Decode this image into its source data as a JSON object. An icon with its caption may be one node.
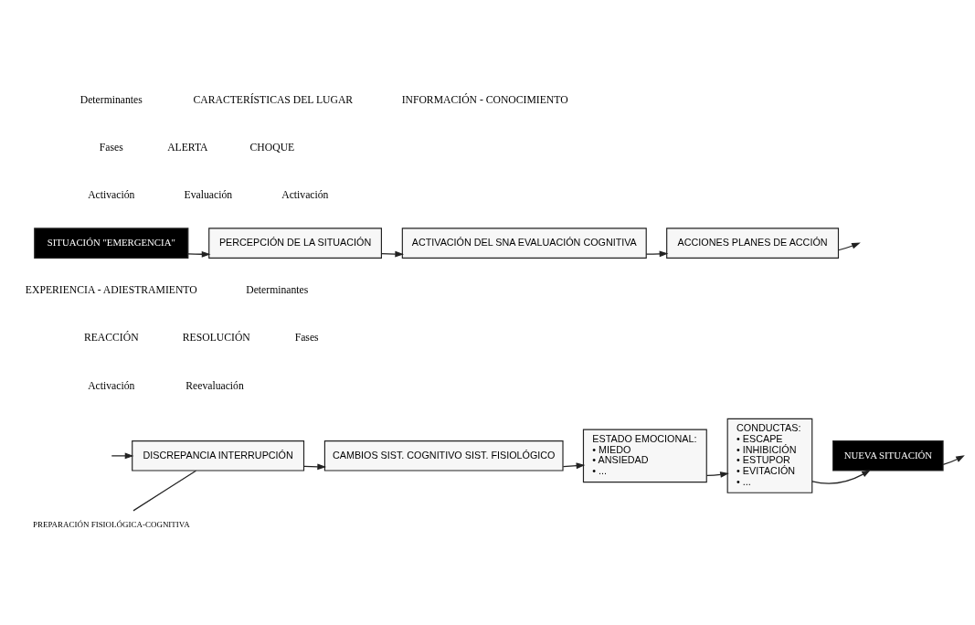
{
  "diagram": {
    "nodes": [
      {
        "text": [
          "SITUACIÓN \"EMERGENCIA\""
        ]
      },
      {
        "text": [
          "PERCEPCIÓN DE LA SITUACIÓN"
        ]
      },
      {
        "text": [
          "ACTIVACIÓN DEL SNA EVALUACIÓN COGNITIVA"
        ]
      },
      {
        "text": [
          "ACCIONES PLANES DE ACCIÓN"
        ]
      },
      {
        "text": [
          "DISCREPANCIA INTERRUPCIÓN"
        ]
      },
      {
        "text": [
          "PREPARACIÓN FISIOLÓGICA-COGNITIVA"
        ]
      },
      {
        "text": [
          "CAMBIOS SIST. COGNITIVO SIST. FISIOLÓGICO"
        ]
      },
      {
        "text": [
          "ESTADO EMOCIONAL:",
          "• MIEDO",
          "• ANSIEDAD",
          "• ..."
        ]
      },
      {
        "text": [
          "CONDUCTAS:",
          "• ESCAPE",
          "• INHIBICIÓN",
          "• ESTUPOR",
          "• EVITACIÓN",
          "• ..."
        ]
      },
      {
        "text": [
          "NUEVA SITUACIÓN"
        ]
      }
    ],
    "edges": [
      {
        "from": 0,
        "to": 1,
        "arrow": "to"
      },
      {
        "from": 1,
        "to": 2,
        "arrow": "to"
      },
      {
        "from": 2,
        "to": 3,
        "arrow": "to"
      },
      {
        "from": 3,
        "to": null,
        "arrow": "to"
      },
      {
        "from": null,
        "to": 4,
        "arrow": "to"
      },
      {
        "from": 4,
        "to": 5,
        "arrow": "none"
      },
      {
        "from": 4,
        "to": 6,
        "arrow": "to"
      },
      {
        "from": 6,
        "to": 7,
        "arrow": "to"
      },
      {
        "from": 7,
        "to": 8,
        "arrow": "to"
      },
      {
        "from": 8,
        "to": 9,
        "arrow": "to"
      },
      {
        "from": 9,
        "to": null,
        "arrow": "to"
      }
    ],
    "labels": [
      "Determinantes",
      "CARACTERÍSTICAS DEL LUGAR",
      "INFORMACIÓN - CONOCIMIENTO",
      "Fases",
      "ALERTA",
      "CHOQUE",
      "Activación",
      "Evaluación",
      "Activación",
      "EXPERIENCIA - ADIESTRAMIENTO",
      "Determinantes",
      "REACCIÓN",
      "RESOLUCIÓN",
      "Fases",
      "Activación",
      "Reevaluación"
    ]
  }
}
